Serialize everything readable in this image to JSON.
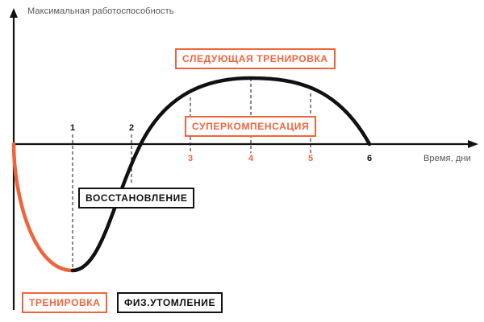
{
  "axes": {
    "y_title": "Максимальная работоспособность",
    "x_title": "Время, дни"
  },
  "ticks": [
    "1",
    "2",
    "3",
    "4",
    "5",
    "6"
  ],
  "labels": {
    "next_training": "СЛЕДУЮЩАЯ ТРЕНИРОВКА",
    "supercompensation": "СУПЕРКОМПЕНСАЦИЯ",
    "recovery": "ВОССТАНОВЛЕНИЕ",
    "training": "ТРЕНИРОВКА",
    "fatigue": "ФИЗ.УТОМЛЕНИЕ"
  },
  "colors": {
    "accent": "#f0643c",
    "ink": "#111111",
    "muted": "#555555"
  }
}
